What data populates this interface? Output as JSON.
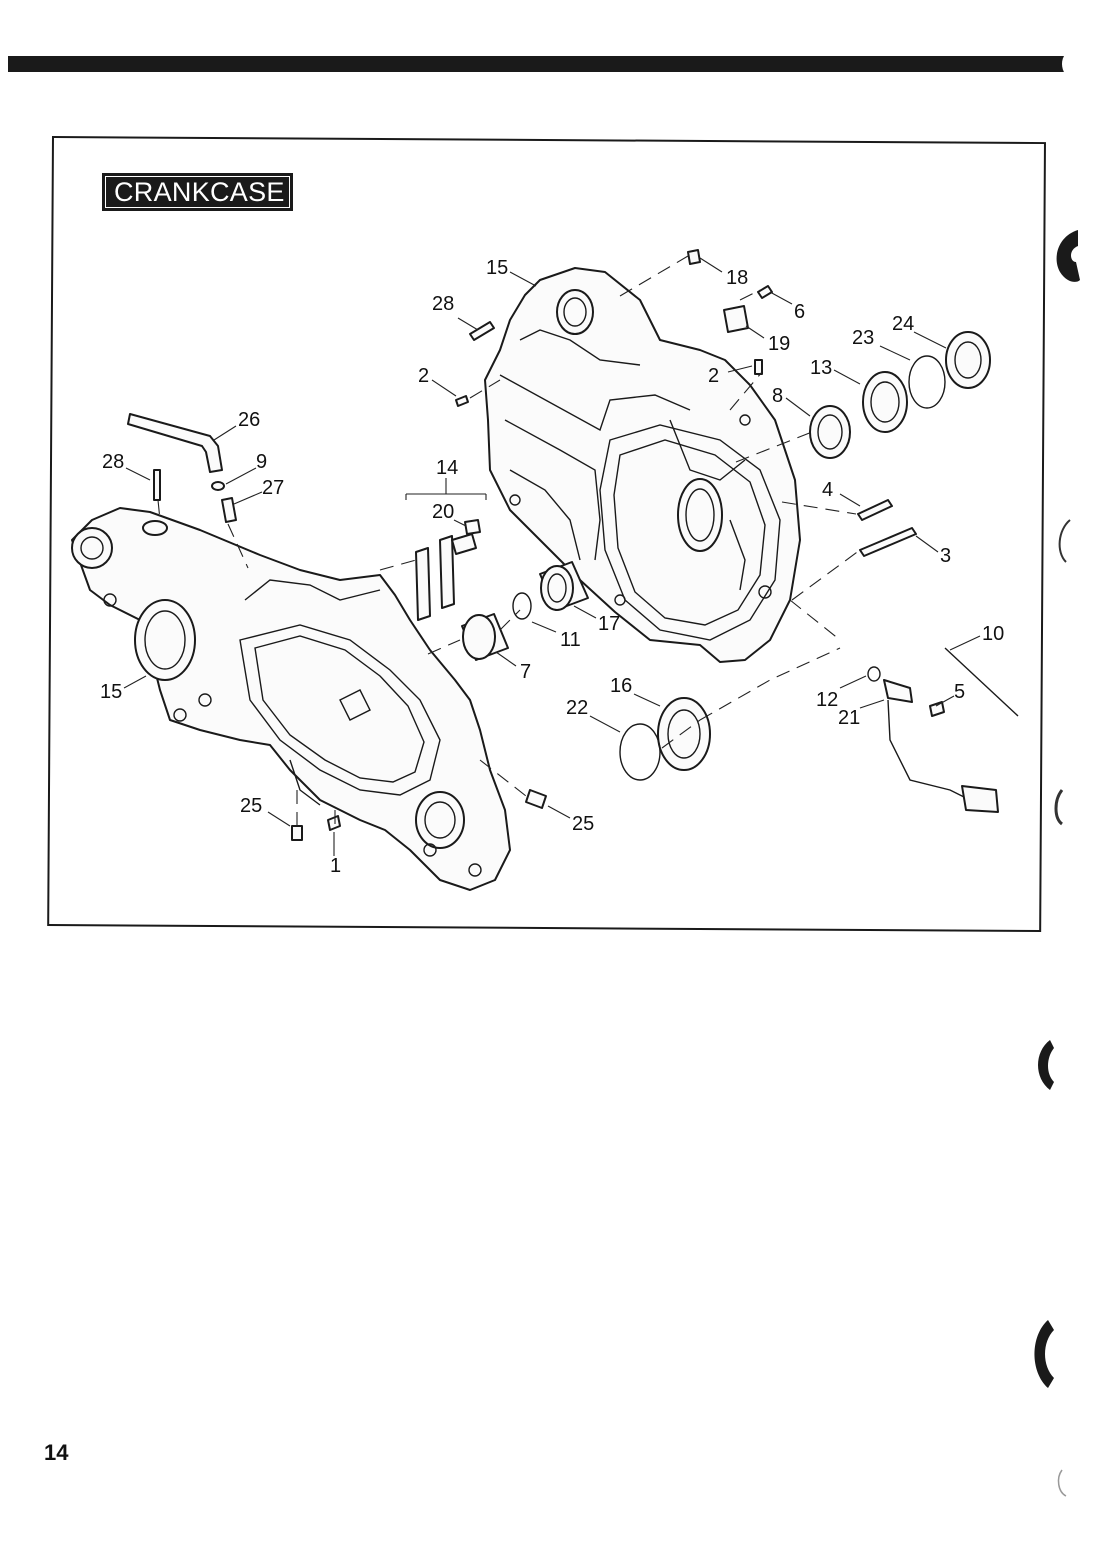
{
  "section_title": "CRANKCASE",
  "page_number": "14",
  "diagram": {
    "callouts": [
      {
        "id": "c15a",
        "label": "15"
      },
      {
        "id": "c18",
        "label": "18"
      },
      {
        "id": "c28a",
        "label": "28"
      },
      {
        "id": "c6",
        "label": "6"
      },
      {
        "id": "c19",
        "label": "19"
      },
      {
        "id": "c23",
        "label": "23"
      },
      {
        "id": "c24",
        "label": "24"
      },
      {
        "id": "c2a",
        "label": "2"
      },
      {
        "id": "c2b",
        "label": "2"
      },
      {
        "id": "c13",
        "label": "13"
      },
      {
        "id": "c8",
        "label": "8"
      },
      {
        "id": "c26",
        "label": "26"
      },
      {
        "id": "c28b",
        "label": "28"
      },
      {
        "id": "c9",
        "label": "9"
      },
      {
        "id": "c14",
        "label": "14"
      },
      {
        "id": "c27",
        "label": "27"
      },
      {
        "id": "c4",
        "label": "4"
      },
      {
        "id": "c20",
        "label": "20"
      },
      {
        "id": "c3",
        "label": "3"
      },
      {
        "id": "c17",
        "label": "17"
      },
      {
        "id": "c11",
        "label": "11"
      },
      {
        "id": "c10",
        "label": "10"
      },
      {
        "id": "c7",
        "label": "7"
      },
      {
        "id": "c15b",
        "label": "15"
      },
      {
        "id": "c16",
        "label": "16"
      },
      {
        "id": "c12",
        "label": "12"
      },
      {
        "id": "c5",
        "label": "5"
      },
      {
        "id": "c22",
        "label": "22"
      },
      {
        "id": "c21",
        "label": "21"
      },
      {
        "id": "c25a",
        "label": "25"
      },
      {
        "id": "c25b",
        "label": "25"
      },
      {
        "id": "c1",
        "label": "1"
      }
    ]
  }
}
